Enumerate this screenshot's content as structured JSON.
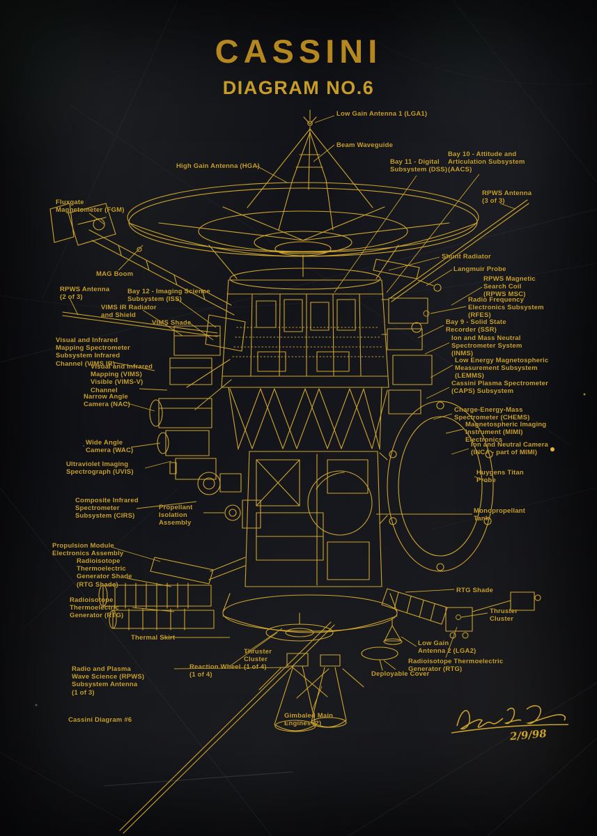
{
  "header": {
    "title": "CASSINI",
    "subtitle": "DIAGRAM NO.6"
  },
  "colors": {
    "gold_line": "#cfa62e",
    "gold_text": "#c9a22c",
    "title_gold": "#b4871f",
    "background": "#14151a"
  },
  "signature": {
    "date": "2/9/98"
  },
  "labels": [
    {
      "text": "Low Gain Antenna 1 (LGA1)"
    },
    {
      "text": "Beam Waveguide"
    },
    {
      "text": "High Gain Antenna (HGA)"
    },
    {
      "text": "Bay 11 - Digital\nSubsystem (DSS)"
    },
    {
      "text": "Bay 10 - Attitude and\nArticulation Subsystem\n(AACS)"
    },
    {
      "text": "RPWS Antenna\n(3 of 3)"
    },
    {
      "text": "Fluxgate\nMagnetometer (FGM)"
    },
    {
      "text": "MAG Boom"
    },
    {
      "text": "Shunt Radiator"
    },
    {
      "text": "Langmuir Probe"
    },
    {
      "text": "RPWS Magnetic\nSearch Coil\n(RPWS MSC)"
    },
    {
      "text": "Radio Frequency\nElectronics Subsystem\n(RFES)"
    },
    {
      "text": "Bay 9 - Solid State\nRecorder (SSR)"
    },
    {
      "text": "Ion and Mass Neutral\nSpectrometer System\n(INMS)"
    },
    {
      "text": "Low Energy Magnetospheric\nMeasurement Subsystem\n(LEMMS)"
    },
    {
      "text": "Cassini Plasma Spectrometer\n(CAPS) Subsystem"
    },
    {
      "text": "Charge-Energy-Mass\nSpectrometer (CHEMS)"
    },
    {
      "text": "Magnetospheric Imaging\nInstrument (MIMI)\nElectronics"
    },
    {
      "text": "Ion and Neutral Camera\n(INCA - part of MIMI)"
    },
    {
      "text": "Huygens Titan\nProbe"
    },
    {
      "text": "Monopropellant\nTank"
    },
    {
      "text": "RPWS Antenna\n(2 of 3)"
    },
    {
      "text": "Bay 12 - Imaging Science\nSubsystem (ISS)"
    },
    {
      "text": "VIMS IR Radiator\nand Shield"
    },
    {
      "text": "VIMS Shade"
    },
    {
      "text": "Visual and Infrared\nMapping Spectrometer\nSubsystem Infrared\nChannel (VIMS IR)"
    },
    {
      "text": "Visual and Infrared\nMapping (VIMS)\nVisible (VIMS-V)\nChannel"
    },
    {
      "text": "Narrow Angle\nCamera (NAC)"
    },
    {
      "text": "Wide Angle\nCamera (WAC)"
    },
    {
      "text": "Ultraviolet Imaging\nSpectrograph (UVIS)"
    },
    {
      "text": "Composite Infrared\nSpectrometer\nSubsystem (CIRS)"
    },
    {
      "text": "Propellant\nIsolation\nAssembly"
    },
    {
      "text": "Propulsion Module\nElectronics Assembly"
    },
    {
      "text": "Radioisotope\nThermoelectric\nGenerator Shade\n(RTG Shade)"
    },
    {
      "text": "Radioisotope\nThermoelectric\nGenerator (RTG)"
    },
    {
      "text": "Thermal Skirt"
    },
    {
      "text": "Reaction Wheel\n(1 of 4)"
    },
    {
      "text": "Thruster\nCluster\n(1 of 4)"
    },
    {
      "text": "Radio and Plasma\nWave Science (RPWS)\nSubsystem Antenna\n(1 of 3)"
    },
    {
      "text": "Cassini Diagram #6"
    },
    {
      "text": "RTG Shade"
    },
    {
      "text": "Thruster\nCluster"
    },
    {
      "text": "Low Gain\nAntenna 2 (LGA2)"
    },
    {
      "text": "Radioisotope Thermoelectric\nGenerator (RTG)"
    },
    {
      "text": "Deployable Cover"
    },
    {
      "text": "Gimbaled Main\nEngines (2)"
    }
  ]
}
